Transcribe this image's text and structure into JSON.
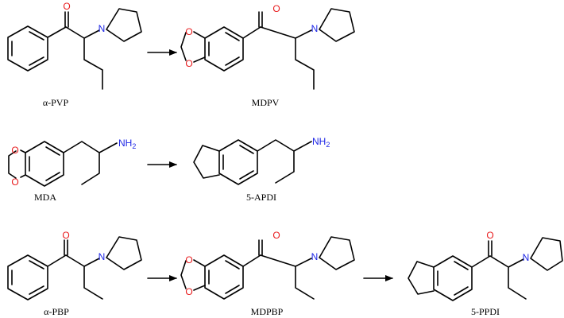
{
  "colors": {
    "oxygen": "#e8191b",
    "nitrogen": "#1d26e6",
    "bond": "#000000",
    "background": "#ffffff"
  },
  "compounds": {
    "a_pvp": "α-PVP",
    "mdpv": "MDPV",
    "mda": "MDA",
    "apdi": "5-APDI",
    "a_pbp": "α-PBP",
    "mdpbp": "MDPBP",
    "ppdi": "5-PPDI"
  },
  "atom_labels": {
    "oxygen": "O",
    "nitrogen": "N",
    "amine": "NH",
    "amine_subscript": "2"
  },
  "arrows": [
    "row1-arrow",
    "row2-arrow",
    "row3-arrow-1",
    "row3-arrow-2"
  ]
}
